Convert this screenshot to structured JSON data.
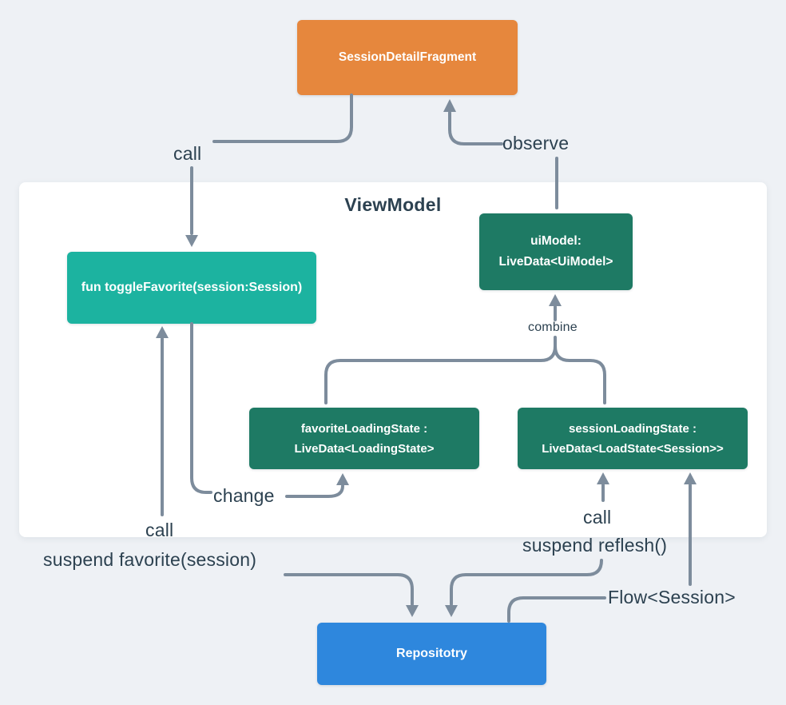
{
  "container": {
    "title": "ViewModel"
  },
  "nodes": {
    "fragment": {
      "label": "SessionDetailFragment",
      "color": "#e6873d"
    },
    "toggle_favorite": {
      "label": "fun toggleFavorite(session:Session)",
      "color": "#1cb3a0"
    },
    "ui_model": {
      "line1": "uiModel:",
      "line2": "LiveData<UiModel>",
      "color": "#1e7a64"
    },
    "favorite_loading": {
      "line1": "favoriteLoadingState :",
      "line2": "LiveData<LoadingState>",
      "color": "#1e7a64"
    },
    "session_loading": {
      "line1": "sessionLoadingState :",
      "line2": "LiveData<LoadState<Session>>",
      "color": "#1e7a64"
    },
    "repository": {
      "label": "Repositotry",
      "color": "#2e87dd"
    }
  },
  "labels": {
    "call_top": "call",
    "observe": "observe",
    "combine": "combine",
    "change": "change",
    "call_left": "call",
    "suspend_favorite": "suspend favorite(session)",
    "call_right": "call",
    "suspend_reflesh": "suspend reflesh()",
    "flow_session": "Flow<Session>"
  },
  "colors": {
    "background": "#eef1f5",
    "panel": "#ffffff",
    "arrow": "#7d8c9c",
    "label_text": "#2c4150",
    "node_text": "#ffffff"
  }
}
